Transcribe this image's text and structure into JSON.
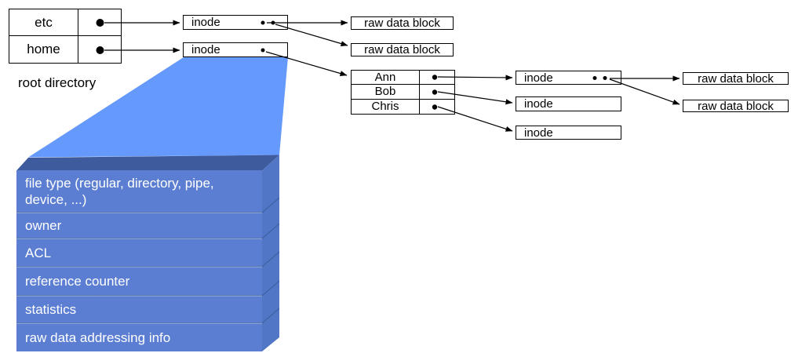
{
  "colors": {
    "background": "#ffffff",
    "zoom_beam": "#6699fc",
    "slab_face": "#5b7ed2",
    "slab_top": "#3e5c9d",
    "slab_side": "#5176c6",
    "slab_edge_line": "#3c5c9a",
    "divider_dark": "#46669f",
    "divider_light": "#9db6e8",
    "line": "#000000",
    "slab_text": "#ffffff"
  },
  "root_directory": {
    "caption": "root directory",
    "rows": [
      {
        "name": "etc"
      },
      {
        "name": "home"
      }
    ]
  },
  "home_directory": {
    "rows": [
      {
        "name": "Ann"
      },
      {
        "name": "Bob"
      },
      {
        "name": "Chris"
      }
    ]
  },
  "nodes": {
    "inode_etc": "inode",
    "inode_home": "inode",
    "raw_block_etc_1": "raw data block",
    "raw_block_etc_2": "raw data block",
    "inode_ann": "inode",
    "inode_bob": "inode",
    "inode_chris": "inode",
    "raw_block_ann_1": "raw data block",
    "raw_block_ann_2": "raw data block"
  },
  "inode_structure": {
    "fields": [
      "file type (regular, directory, pipe, device, ...)",
      "owner",
      "ACL",
      "reference counter",
      "statistics",
      "raw data addressing info"
    ]
  }
}
